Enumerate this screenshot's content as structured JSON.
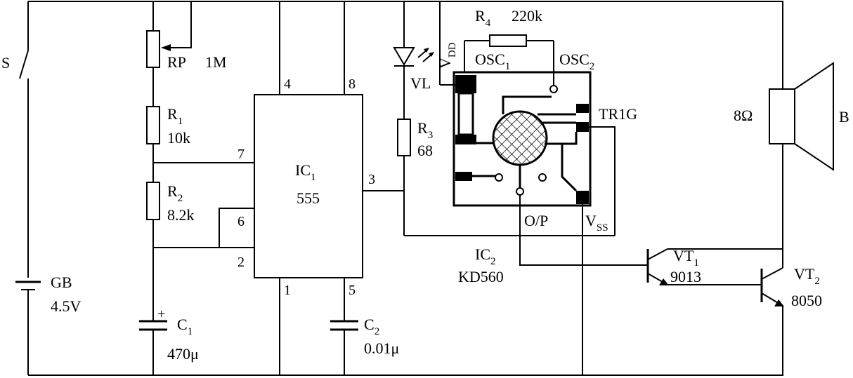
{
  "components": {
    "switch": {
      "name": "S"
    },
    "battery": {
      "name": "GB",
      "value": "4.5V"
    },
    "pot": {
      "name": "RP",
      "value": "1M"
    },
    "r1": {
      "name": "R",
      "sub": "1",
      "value": "10k"
    },
    "r2": {
      "name": "R",
      "sub": "2",
      "value": "8.2k"
    },
    "c1": {
      "name": "C",
      "sub": "1",
      "value": "470μ",
      "polarity": "+"
    },
    "ic1": {
      "name": "IC",
      "sub": "1",
      "value": "555",
      "pins": {
        "p4": "4",
        "p8": "8",
        "p7": "7",
        "p6": "6",
        "p2": "2",
        "p1": "1",
        "p5": "5",
        "p3": "3"
      }
    },
    "c2": {
      "name": "C",
      "sub": "2",
      "value": "0.01μ"
    },
    "led": {
      "name": "VL"
    },
    "r3": {
      "name": "R",
      "sub": "3",
      "value": "68"
    },
    "r4": {
      "name": "R",
      "sub": "4",
      "value": "220k"
    },
    "ic2": {
      "name": "IC",
      "sub": "2",
      "value": "KD560",
      "pins": {
        "vdd": "V",
        "vdd_sub": "DD",
        "osc1": "OSC",
        "osc1_sub": "1",
        "osc2": "OSC",
        "osc2_sub": "2",
        "trig": "TR1G",
        "op": "O/P",
        "vss": "V",
        "vss_sub": "SS"
      }
    },
    "vt1": {
      "name": "VT",
      "sub": "1",
      "value": "9013"
    },
    "vt2": {
      "name": "VT",
      "sub": "2",
      "value": "8050"
    },
    "speaker": {
      "name": "B",
      "value": "8Ω"
    }
  }
}
